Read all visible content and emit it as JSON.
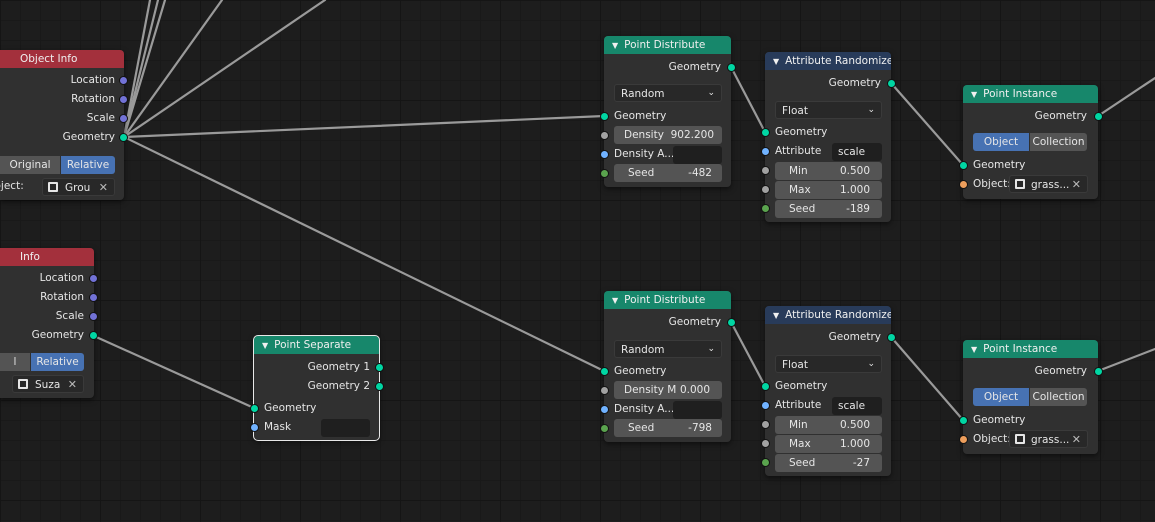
{
  "colors": {
    "background": "#1d1d1d",
    "node_body": "#303030",
    "header_input": "#a3303c",
    "header_geometry": "#17876b",
    "header_attribute": "#283b5a",
    "socket_geometry": "#00d6a3",
    "socket_vector": "#6363c7",
    "socket_float": "#a1a1a1",
    "socket_int": "#5aa34e",
    "socket_string": "#70b2ff",
    "socket_object": "#ed9e5c",
    "toggle_active": "#4772b3"
  },
  "object_info_1": {
    "title": "Object Info",
    "outputs": [
      "Location",
      "Rotation",
      "Scale",
      "Geometry"
    ],
    "toggle_original": "Original",
    "toggle_relative": "Relative",
    "object_label": "Object:",
    "object_value": "Grou"
  },
  "object_info_2": {
    "title": "Info",
    "outputs": [
      "Location",
      "Rotation",
      "Scale",
      "Geometry"
    ],
    "toggle_original": "l",
    "toggle_relative": "Relative",
    "object_value": "Suza"
  },
  "point_separate": {
    "title": "Point Separate",
    "outputs": [
      "Geometry 1",
      "Geometry 2"
    ],
    "inputs": [
      "Geometry",
      "Mask"
    ]
  },
  "point_distribute_1": {
    "title": "Point Distribute",
    "output": "Geometry",
    "mode": "Random",
    "input_geometry": "Geometry",
    "density_label": "Density",
    "density_value": "902.200",
    "density_attr_label": "Density A...",
    "seed_label": "Seed",
    "seed_value": "-482"
  },
  "point_distribute_2": {
    "title": "Point Distribute",
    "output": "Geometry",
    "mode": "Random",
    "input_geometry": "Geometry",
    "density_label": "Density M",
    "density_value": "0.000",
    "density_attr_label": "Density A...",
    "seed_label": "Seed",
    "seed_value": "-798"
  },
  "attribute_randomize_1": {
    "title": "Attribute Randomize",
    "output": "Geometry",
    "type": "Float",
    "input_geometry": "Geometry",
    "attribute_label": "Attribute",
    "attribute_value": "scale",
    "min_label": "Min",
    "min_value": "0.500",
    "max_label": "Max",
    "max_value": "1.000",
    "seed_label": "Seed",
    "seed_value": "-189"
  },
  "attribute_randomize_2": {
    "title": "Attribute Randomize",
    "output": "Geometry",
    "type": "Float",
    "input_geometry": "Geometry",
    "attribute_label": "Attribute",
    "attribute_value": "scale",
    "min_label": "Min",
    "min_value": "0.500",
    "max_label": "Max",
    "max_value": "1.000",
    "seed_label": "Seed",
    "seed_value": "-27"
  },
  "point_instance_1": {
    "title": "Point Instance",
    "output": "Geometry",
    "toggle_object": "Object",
    "toggle_collection": "Collection",
    "input_geometry": "Geometry",
    "object_label": "Object:",
    "object_value": "grass..."
  },
  "point_instance_2": {
    "title": "Point Instance",
    "output": "Geometry",
    "toggle_object": "Object",
    "toggle_collection": "Collection",
    "input_geometry": "Geometry",
    "object_label": "Object:",
    "object_value": "grass..."
  }
}
